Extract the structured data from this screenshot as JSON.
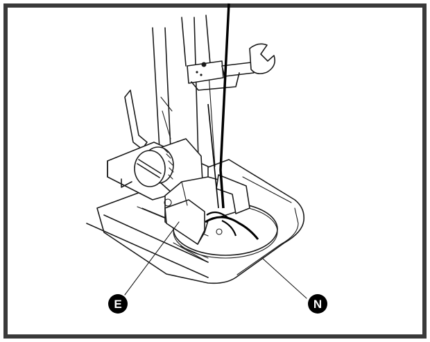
{
  "figure": {
    "callouts": [
      {
        "id": "E",
        "label": "E"
      },
      {
        "id": "N",
        "label": "N"
      }
    ],
    "colors": {
      "line": "#1a1a1a",
      "thread": "#000000",
      "frame": "#3a3a3a",
      "background": "#ffffff"
    }
  }
}
